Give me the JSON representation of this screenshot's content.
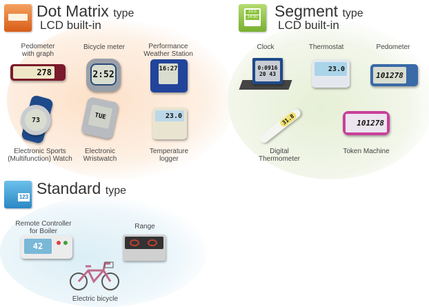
{
  "colors": {
    "dot_matrix": "#e8742a",
    "segment": "#8cc43c",
    "standard": "#3a9ad0"
  },
  "dot_matrix": {
    "title": "Dot Matrix",
    "type": "type",
    "subtitle": "LCD built-in",
    "icon": "dot-matrix-lcd-icon",
    "items": [
      {
        "label": "Pedometer\nwith graph",
        "display": "278"
      },
      {
        "label": "Bicycle meter",
        "display": "2:52"
      },
      {
        "label": "Performance\nWeather Station",
        "display": "16:27"
      },
      {
        "label": "Electronic Sports\n(Multifunction) Watch",
        "display": "73"
      },
      {
        "label": "Electronic\nWristwatch",
        "display": "TUE"
      },
      {
        "label": "Temperature\nlogger",
        "display": "23.0"
      }
    ]
  },
  "segment": {
    "title": "Segment",
    "type": "type",
    "subtitle": "LCD built-in",
    "icon_display": [
      "23.5",
      "14:00"
    ],
    "items": [
      {
        "label": "Clock",
        "display": "0:0916",
        "display2": "20 43"
      },
      {
        "label": "Thermostat",
        "display": "23.0"
      },
      {
        "label": "Pedometer",
        "display": "101278"
      },
      {
        "label": "Digital\nThermometer",
        "display": "31.8"
      },
      {
        "label": "Token Machine",
        "display": "101278"
      }
    ]
  },
  "standard": {
    "title": "Standard",
    "type": "type",
    "icon_display": "123",
    "items": [
      {
        "label": "Remote Controller\nfor Boiler",
        "display": "42"
      },
      {
        "label": "Range"
      },
      {
        "label": "Electric bicycle"
      }
    ]
  }
}
